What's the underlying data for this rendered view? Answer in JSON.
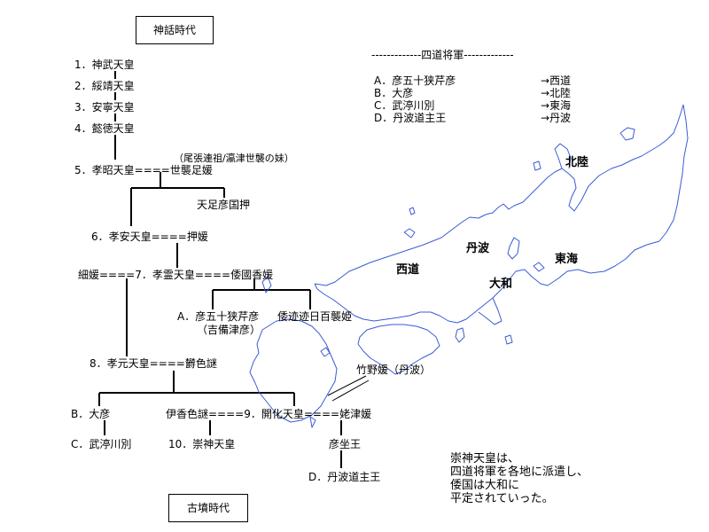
{
  "era_top": "神話時代",
  "era_bottom": "古墳時代",
  "generals": {
    "title": "-------------四道将軍-------------",
    "rows": [
      {
        "name": "A．彦五十狭芹彦",
        "dest": "→西道"
      },
      {
        "name": "B．大彦",
        "dest": "→北陸"
      },
      {
        "name": "C．武渟川別",
        "dest": "→東海"
      },
      {
        "name": "D．丹波道主王",
        "dest": "→丹波"
      }
    ]
  },
  "tree": {
    "e1": "1．神武天皇",
    "e2": "2．綏靖天皇",
    "e3": "3．安寧天皇",
    "e4": "4．懿徳天皇",
    "e5": "5．孝昭天皇====世襲足媛",
    "e5_note": "（尾張連祖/瀛津世襲の妹）",
    "amatarashi": "天足彦国押",
    "e6": "6．孝安天皇====押媛",
    "e7": "細媛====7．孝霊天皇====倭國香媛",
    "childA": "A．彦五十狭芹彦",
    "childA_note": "（吉備津彦）",
    "momoso": "倭迹迹日百襲姫",
    "e8": "8．孝元天皇====欝色謎",
    "childB": "B．大彦",
    "e9": "伊香色謎====9．開化天皇====姥津媛",
    "takeno": "竹野媛（丹波）",
    "childC": "C．武渟川別",
    "e10": "10．崇神天皇",
    "hikoimasu": "彦坐王",
    "childD": "D．丹波道主王"
  },
  "map": {
    "regions": [
      "北陸",
      "丹波",
      "東海",
      "西道",
      "大和"
    ]
  },
  "note": [
    "崇神天皇は、",
    "四道将軍を各地に派遣し、",
    "倭国は大和に",
    "平定されていった。"
  ]
}
